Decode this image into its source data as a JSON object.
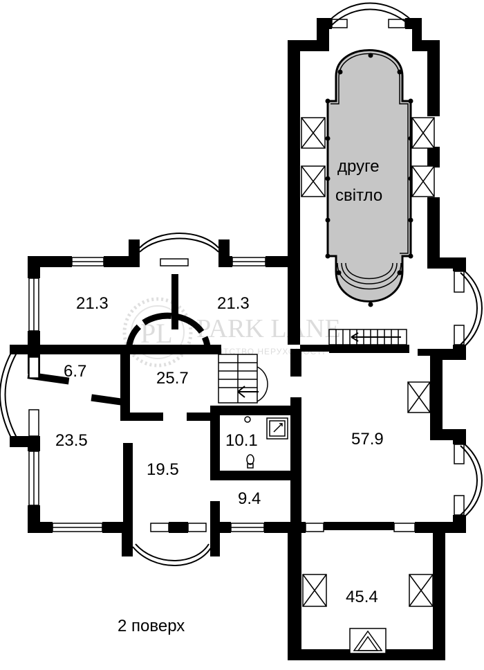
{
  "floor_label": "2 поверх",
  "rooms": [
    {
      "id": "room-upper-left",
      "area": "21.3"
    },
    {
      "id": "room-upper-right",
      "area": "21.3"
    },
    {
      "id": "room-small-left",
      "area": "6.7"
    },
    {
      "id": "room-hall",
      "area": "25.7"
    },
    {
      "id": "room-left",
      "area": "23.5"
    },
    {
      "id": "room-center",
      "area": "19.5"
    },
    {
      "id": "room-bathroom",
      "area": "10.1"
    },
    {
      "id": "room-small",
      "area": "9.4"
    },
    {
      "id": "room-large",
      "area": "57.9"
    },
    {
      "id": "room-bottom-right",
      "area": "45.4"
    }
  ],
  "void": {
    "line1": "друге",
    "line2": "світло"
  },
  "watermark": {
    "brand": "PARK LANE",
    "monogram": "PL",
    "subtitle": "АГЕНТСТВО НЕРУХОМОСТІ"
  },
  "colors": {
    "wall": "#000000",
    "void_fill": "#c8c8c8",
    "watermark": "#d9d9d9"
  }
}
